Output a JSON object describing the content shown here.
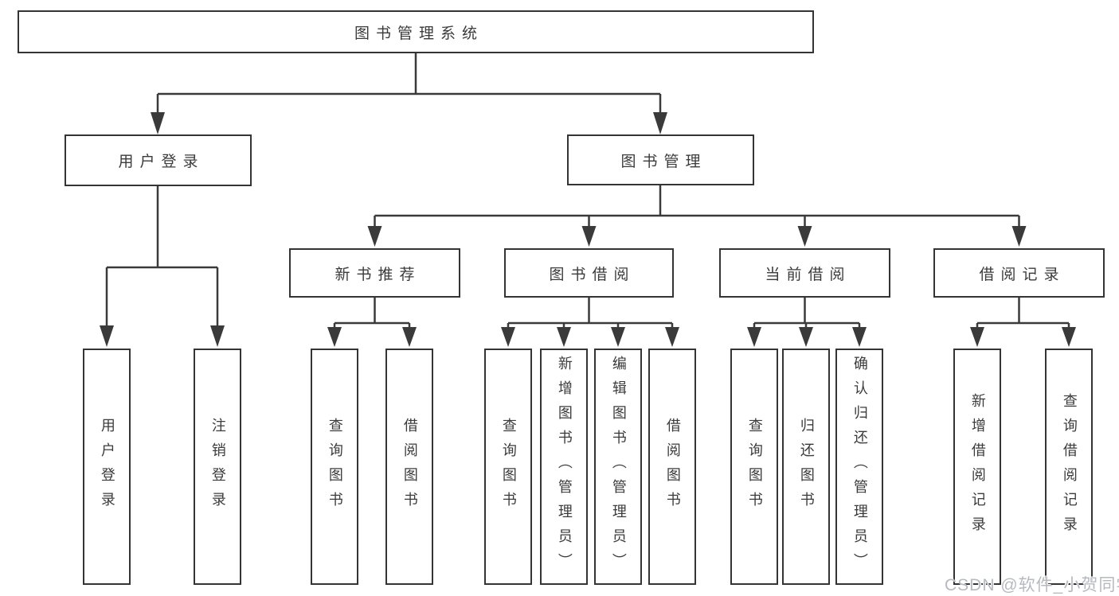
{
  "tree": {
    "root": {
      "label": "图书管理系统"
    },
    "user_login": {
      "label": "用户登录",
      "children": [
        {
          "label": "用户登录"
        },
        {
          "label": "注销登录"
        }
      ]
    },
    "book_mgmt": {
      "label": "图书管理",
      "children": [
        {
          "label": "新书推荐",
          "children": [
            {
              "label": "查询图书"
            },
            {
              "label": "借阅图书"
            }
          ]
        },
        {
          "label": "图书借阅",
          "children": [
            {
              "label": "查询图书"
            },
            {
              "label": "新增图书（管理员）"
            },
            {
              "label": "编辑图书（管理员）"
            },
            {
              "label": "借阅图书"
            }
          ]
        },
        {
          "label": "当前借阅",
          "children": [
            {
              "label": "查询图书"
            },
            {
              "label": "归还图书"
            },
            {
              "label": "确认归还（管理员）"
            }
          ]
        },
        {
          "label": "借阅记录",
          "children": [
            {
              "label": "新增借阅记录"
            },
            {
              "label": "查询借阅记录"
            }
          ]
        }
      ]
    }
  },
  "watermark": {
    "text": "CSDN @软件_小贺同学"
  },
  "colors": {
    "line": "#3a3a3a",
    "box_border": "#343434",
    "text": "#3b3b3b",
    "background": "#ffffff",
    "watermark": "#b6bac0"
  }
}
